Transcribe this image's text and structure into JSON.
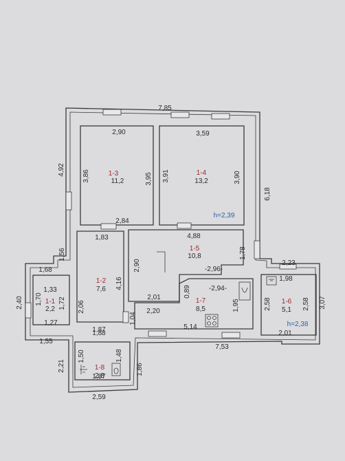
{
  "colors": {
    "room_number": "#a0282a",
    "height_label": "#2d5fa0",
    "line": "#3a3a3a",
    "paper": "#dcdcdf"
  },
  "rooms": [
    {
      "id": "1-1",
      "area": "2,2"
    },
    {
      "id": "1-2",
      "area": "7,6"
    },
    {
      "id": "1-3",
      "area": "11,2"
    },
    {
      "id": "1-4",
      "area": "13,2"
    },
    {
      "id": "1-5",
      "area": "10,8"
    },
    {
      "id": "1-6",
      "area": "5,1"
    },
    {
      "id": "1-7",
      "area": "8,5"
    },
    {
      "id": "1-8",
      "area": "2,8"
    }
  ],
  "heights": {
    "main": "h=2,39",
    "room_1_6": "h=2,38"
  },
  "dimensions": [
    "7,85",
    "2,90",
    "3,59",
    "4,92",
    "3,86",
    "3,95",
    "3,91",
    "3,90",
    "6,18",
    "2,84",
    "1,83",
    "4,88",
    "1,56",
    "1,68",
    "1,78",
    "2,90",
    "2,23",
    "1,98",
    "-2,96-",
    "-2,94-",
    "4,16",
    "1,33",
    "2,40",
    "1,70",
    "1,72",
    "2,06",
    "0,89",
    "2,01",
    "1,95",
    "2,58",
    "2,58",
    "3,07",
    "2,20",
    "1,04",
    "1,27",
    "5,14",
    "2,01",
    "1,87",
    "1,88",
    "1,55",
    "7,53",
    "2,21",
    "1,50",
    "1,48",
    "1,87",
    "1,86",
    "2,59"
  ]
}
